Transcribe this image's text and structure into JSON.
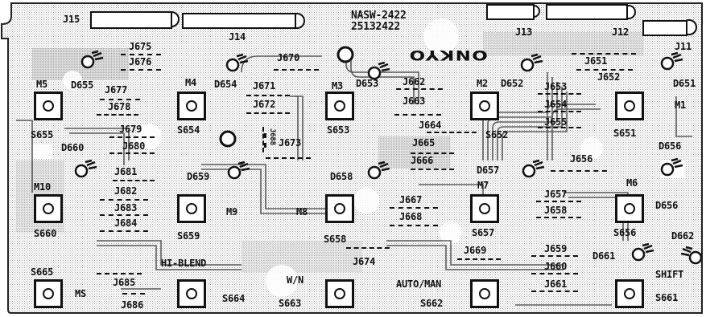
{
  "board": {
    "part_no": "NASW-2422",
    "serial": "25132422",
    "logo": "ONKYO"
  },
  "connectors": {
    "j15": "J15",
    "j14": "J14",
    "j13": "J13",
    "j12": "J12",
    "j11": "J11"
  },
  "switches": {
    "s655": "S655",
    "s654": "S654",
    "s653": "S653",
    "s652": "S652",
    "s651": "S651",
    "s660": "S660",
    "s659": "S659",
    "s658": "S658",
    "s657": "S657",
    "s656": "S656",
    "s665": "S665",
    "s664": "S664",
    "s663": "S663",
    "s662": "S662",
    "s661": "S661"
  },
  "function_labels": {
    "m5": "M5",
    "m4": "M4",
    "m3": "M3",
    "m2": "M2",
    "m1": "M1",
    "m10": "M10",
    "m9": "M9",
    "m8": "M8",
    "m7": "M7",
    "m6": "M6",
    "ms": "MS",
    "hi_blend": "HI-BLEND",
    "wn": "W/N",
    "auto_man": "AUTO/MAN",
    "shift": "SHIFT"
  },
  "leds": {
    "d655": "D655",
    "d654": "D654",
    "d653": "D653",
    "d652": "D652",
    "d651": "D651",
    "d660": "D660",
    "d659": "D659",
    "d658": "D658",
    "d657": "D657",
    "d656": "D656",
    "d661": "D661",
    "d662": "D662"
  },
  "jumpers": {
    "j651": "J651",
    "j652": "J652",
    "j653": "J653",
    "j654": "J654",
    "j655": "J655",
    "j656": "J656",
    "j657": "J657",
    "j658": "J658",
    "j659": "J659",
    "j660": "J660",
    "j661": "J661",
    "j662": "J662",
    "j663": "J663",
    "j664": "J664",
    "j665": "J665",
    "j666": "J666",
    "j667": "J667",
    "j668": "J668",
    "j669": "J669",
    "j670": "J670",
    "j671": "J671",
    "j672": "J672",
    "j673": "J673",
    "j674": "J674",
    "j675": "J675",
    "j676": "J676",
    "j677": "J677",
    "j678": "J678",
    "j679": "J679",
    "j680": "J680",
    "j681": "J681",
    "j682": "J682",
    "j683": "J683",
    "j684": "J684",
    "j685": "J685",
    "j686": "J686",
    "j688": "J688"
  }
}
